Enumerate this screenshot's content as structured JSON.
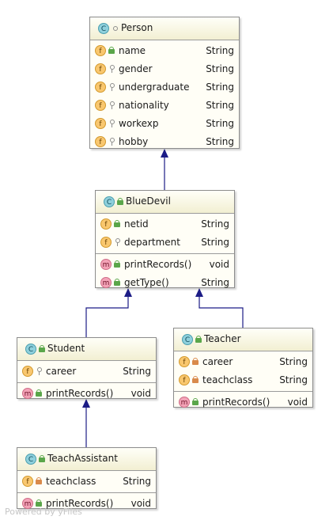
{
  "diagram": {
    "classes": {
      "person": {
        "name": "Person",
        "kind_badge": "C",
        "visibility": "circ",
        "sections": [
          [
            {
              "badge": "f",
              "vis": "pub",
              "name": "name",
              "type": "String"
            },
            {
              "badge": "f",
              "vis": "pkg",
              "name": "gender",
              "type": "String"
            },
            {
              "badge": "f",
              "vis": "pkg",
              "name": "undergraduate",
              "type": "String"
            },
            {
              "badge": "f",
              "vis": "pkg",
              "name": "nationality",
              "type": "String"
            },
            {
              "badge": "f",
              "vis": "pkg",
              "name": "workexp",
              "type": "String"
            },
            {
              "badge": "f",
              "vis": "pkg",
              "name": "hobby",
              "type": "String"
            }
          ]
        ]
      },
      "bluedevil": {
        "name": "BlueDevil",
        "kind_badge": "C",
        "visibility": "pub",
        "sections": [
          [
            {
              "badge": "f",
              "vis": "pub",
              "name": "netid",
              "type": "String"
            },
            {
              "badge": "f",
              "vis": "pkg",
              "name": "department",
              "type": "String"
            }
          ],
          [
            {
              "badge": "m",
              "vis": "pub",
              "name": "printRecords()",
              "type": "void"
            },
            {
              "badge": "m",
              "vis": "pub",
              "name": "getType()",
              "type": "String"
            }
          ]
        ]
      },
      "student": {
        "name": "Student",
        "kind_badge": "C",
        "visibility": "pub",
        "sections": [
          [
            {
              "badge": "f",
              "vis": "pkg",
              "name": "career",
              "type": "String"
            }
          ],
          [
            {
              "badge": "m",
              "vis": "pub",
              "name": "printRecords()",
              "type": "void"
            }
          ]
        ]
      },
      "teacher": {
        "name": "Teacher",
        "kind_badge": "C",
        "visibility": "pub",
        "sections": [
          [
            {
              "badge": "f",
              "vis": "priv",
              "name": "career",
              "type": "String"
            },
            {
              "badge": "f",
              "vis": "priv",
              "name": "teachclass",
              "type": "String"
            }
          ],
          [
            {
              "badge": "m",
              "vis": "pub",
              "name": "printRecords()",
              "type": "void"
            }
          ]
        ]
      },
      "teachassistant": {
        "name": "TeachAssistant",
        "kind_badge": "C",
        "visibility": "pub",
        "sections": [
          [
            {
              "badge": "f",
              "vis": "priv",
              "name": "teachclass",
              "type": "String"
            }
          ],
          [
            {
              "badge": "m",
              "vis": "pub",
              "name": "printRecords()",
              "type": "void"
            }
          ]
        ]
      }
    },
    "inheritance": [
      {
        "from": "bluedevil",
        "to": "person"
      },
      {
        "from": "student",
        "to": "bluedevil"
      },
      {
        "from": "teacher",
        "to": "bluedevil"
      },
      {
        "from": "teachassistant",
        "to": "student"
      }
    ],
    "colors": {
      "edge": "#1c1c86",
      "node_fill": "#fffef6",
      "node_border": "#8c8c8c"
    },
    "watermark": "Powered by yFiles"
  }
}
